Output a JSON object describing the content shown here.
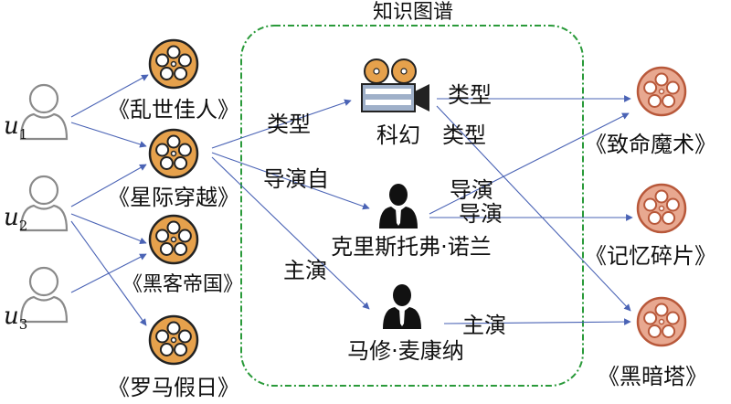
{
  "colors": {
    "reel_fill": "#e6a14c",
    "reel_fill_faded": "#e8a890",
    "reel_stroke": "#222222",
    "reel_stroke_faded": "#b8583a",
    "person_stroke": "#8a8a8a",
    "edge": "#4a63b5",
    "kg_border": "#2a9a3a"
  },
  "kg": {
    "title": "知识图谱"
  },
  "users": [
    {
      "base": "u",
      "sub": "1"
    },
    {
      "base": "u",
      "sub": "2"
    },
    {
      "base": "u",
      "sub": "3"
    }
  ],
  "movies_watched": [
    {
      "title": "《乱世佳人》"
    },
    {
      "title": "《星际穿越》"
    },
    {
      "title": "《黑客帝国》"
    },
    {
      "title": "《罗马假日》"
    }
  ],
  "entities": {
    "genre": "科幻",
    "director": "克里斯托弗·诺兰",
    "actor": "马修·麦康纳"
  },
  "relations": {
    "genre_in": "类型",
    "director_in": "导演自",
    "actor_in": "主演",
    "genre_out_top": "类型",
    "genre_out_bottom": "类型",
    "director_out_top": "导演",
    "director_out_bottom": "导演",
    "actor_out": "主演"
  },
  "recommended": [
    {
      "title": "《致命魔术》"
    },
    {
      "title": "《记忆碎片》"
    },
    {
      "title": "《黑暗塔》"
    }
  ],
  "icons": [
    "film-reel-icon",
    "person-outline-icon",
    "movie-camera-icon",
    "businessman-icon"
  ]
}
